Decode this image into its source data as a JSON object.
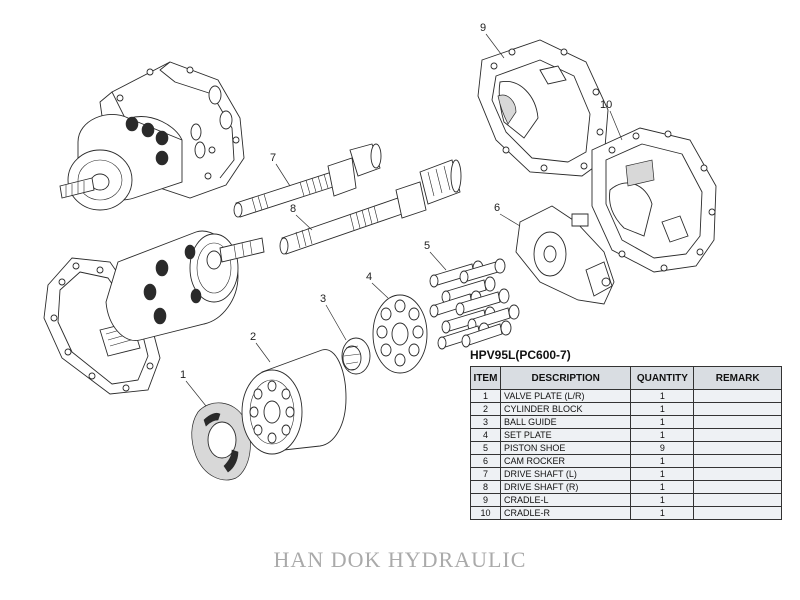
{
  "diagram": {
    "callouts": [
      "1",
      "2",
      "3",
      "4",
      "5",
      "6",
      "7",
      "8",
      "9",
      "10"
    ]
  },
  "table": {
    "title": "HPV95L(PC600-7)",
    "headers": [
      "ITEM",
      "DESCRIPTION",
      "QUANTITY",
      "REMARK"
    ],
    "rows": [
      {
        "item": "1",
        "description": "VALVE PLATE (L/R)",
        "quantity": "1",
        "remark": ""
      },
      {
        "item": "2",
        "description": "CYLINDER BLOCK",
        "quantity": "1",
        "remark": ""
      },
      {
        "item": "3",
        "description": "BALL GUIDE",
        "quantity": "1",
        "remark": ""
      },
      {
        "item": "4",
        "description": "SET PLATE",
        "quantity": "1",
        "remark": ""
      },
      {
        "item": "5",
        "description": "PISTON SHOE",
        "quantity": "9",
        "remark": ""
      },
      {
        "item": "6",
        "description": "CAM ROCKER",
        "quantity": "1",
        "remark": ""
      },
      {
        "item": "7",
        "description": "DRIVE SHAFT (L)",
        "quantity": "1",
        "remark": ""
      },
      {
        "item": "8",
        "description": "DRIVE SHAFT (R)",
        "quantity": "1",
        "remark": ""
      },
      {
        "item": "9",
        "description": "CRADLE-L",
        "quantity": "1",
        "remark": ""
      },
      {
        "item": "10",
        "description": "CRADLE-R",
        "quantity": "1",
        "remark": ""
      }
    ]
  },
  "footer": {
    "brand": "HAN DOK HYDRAULIC"
  },
  "colors": {
    "line": "#2b2b2b",
    "table_header_bg": "#d9dde2",
    "table_cell_bg": "#eef1f4",
    "footer_text": "#aaaaaa"
  }
}
